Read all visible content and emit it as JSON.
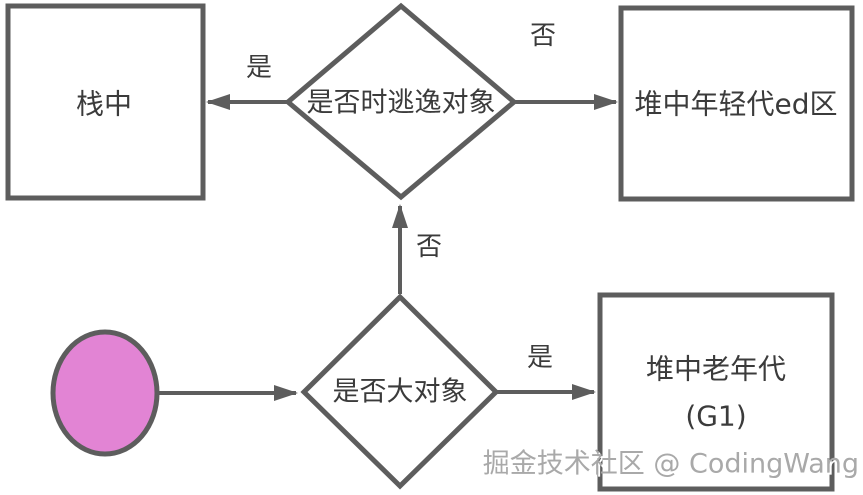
{
  "colors": {
    "background": "#ffffff",
    "line": "#5d5d5d",
    "text": "#3b3b3b",
    "start_node_fill": "#e284d4",
    "watermark": "#a9a9a9"
  },
  "nodes": {
    "stack": {
      "shape": "rect",
      "label": "栈中"
    },
    "young_gen": {
      "shape": "rect",
      "label": "堆中年轻代ed区"
    },
    "old_gen": {
      "shape": "rect",
      "label_line1": "堆中老年代",
      "label_line2": "(G1)"
    },
    "escape_decision": {
      "shape": "diamond",
      "label": "是否时逃逸对象"
    },
    "large_object_decision": {
      "shape": "diamond",
      "label": "是否大对象"
    },
    "start": {
      "shape": "ellipse",
      "label": ""
    }
  },
  "edge_labels": {
    "escape_yes": "是",
    "escape_no": "否",
    "large_object_no": "否",
    "large_object_yes": "是"
  },
  "watermark": {
    "text": "掘金技术社区 @ CodingWang"
  }
}
